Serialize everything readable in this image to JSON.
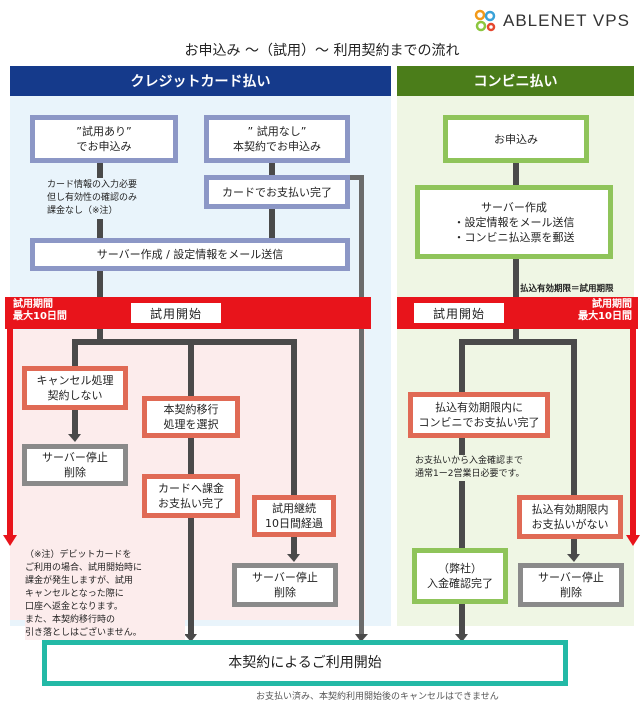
{
  "logo": {
    "text": "ABLENET VPS"
  },
  "title": "お申込み 〜（試用）〜 利用契約までの流れ",
  "credit": {
    "header": "クレジットカード払い",
    "trial_yes": "”試用あり”\nでお申込み",
    "trial_no": "” 試用なし”\n本契約でお申込み",
    "card_note": "カード情報の入力必要\n但し有効性の確認のみ\n課金なし（※注）",
    "card_paid": "カードでお支払い完了",
    "server_setup": "サーバー作成 / 設定情報をメール送信",
    "trial_period": "試用期間\n最大10日間",
    "trial_start": "試用開始",
    "cancel": "キャンセル処理\n契約しない",
    "server_stop_1": "サーバー停止\n削除",
    "migrate": "本契約移行\n処理を選択",
    "card_charge": "カードへ課金\nお支払い完了",
    "continue": "試用継続\n10日間経過",
    "server_stop_2": "サーバー停止\n削除",
    "debit_note": "（※注）デビットカードを\nご利用の場合、試用開始時に\n課金が発生しますが、試用\nキャンセルとなった際に\n口座へ返金となります。\nまた、本契約移行時の\n引き落としはございません。"
  },
  "convenience": {
    "header": "コンビニ払い",
    "apply": "お申込み",
    "server_setup": "サーバー作成\n・設定情報をメール送信\n・コンビニ払込票を郵送",
    "deadline_note": "払込有効期限＝試用期限",
    "trial_start": "試用開始",
    "trial_period": "試用期間\n最大10日間",
    "paid_in_time": "払込有効期限内に\nコンビニでお支払い完了",
    "confirm_note": "お支払いから入金確認まで\n通常1ー2営業日必要です。",
    "not_paid": "払込有効期限内\nお支払いがない",
    "deposit_confirmed": "（弊社）\n入金確認完了",
    "server_stop": "サーバー停止\n削除"
  },
  "final": {
    "start": "本契約によるご利用開始",
    "note": "お支払い済み、本契約利用開始後のキャンセルはできません"
  },
  "colors": {
    "credit_header": "#153a8b",
    "convenience_header": "#4b7d1a",
    "trial_red": "#e8141b"
  }
}
